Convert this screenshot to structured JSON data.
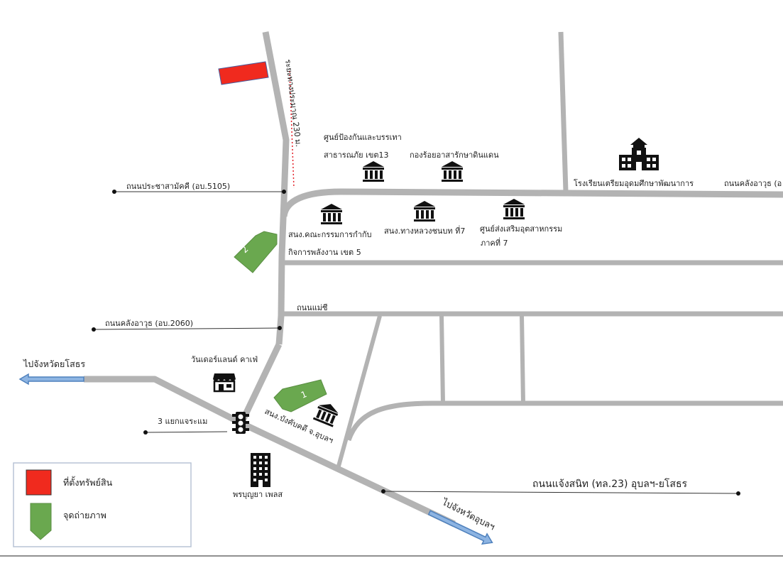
{
  "colors": {
    "road": "#b3b3b3",
    "property_marker": "#f02a1e",
    "photo_marker": "#6aa84f",
    "arrow_fill": "#8db4e2",
    "arrow_stroke": "#4f81bd",
    "icon": "#111111"
  },
  "roads": {
    "prachasamakkhi": "ถนนประชาสามัคคี (อบ.5105)",
    "khlangakhawut_2060": "ถนนคลังอาวุธ (อบ.2060)",
    "mae_si": "ถนนแม่ซี",
    "khlangakhawut_right": "ถนนคลังอาวุธ (อ",
    "chaengsanit": "ถนนแจ้งสนิท (ทล.23) อุบลฯ-ยโสธร",
    "distance_note": "ระยะทางประมาณ 230 ม."
  },
  "directions": {
    "to_yasothon": "ไปจังหวัดยโสธร",
    "to_ubon": "ไปจังหวัดอุบลฯ"
  },
  "junction": {
    "label": "3 แยกแจระแม",
    "icon": "traffic-light-icon"
  },
  "places": {
    "disaster_line1": "ศูนย์ป้องกันและบรรเทา",
    "disaster_line2": "สาธารณภัย เขต13",
    "forest_company": "กองร้อยอาสารักษาดินแดน",
    "school": "โรงเรียนเตรียมอุดมศึกษาพัฒนาการ",
    "erc_line1": "สนง.คณะกรรมการกำกับ",
    "erc_line2": "กิจการพลังงาน เขต 5",
    "rural_roads": "สนง.ทางหลวงชนบท ที่7",
    "industry_line1": "ศูนย์ส่งเสริมอุตสาหกรรม",
    "industry_line2": "ภาคที่ 7",
    "cafe": "วันเดอร์แลนด์ คาเฟ่",
    "enforcement": "สนง.บังคับคดี จ.อุบลฯ",
    "building": "พรบุญยา เพลส"
  },
  "photo_points": [
    "1",
    "2"
  ],
  "legend": {
    "property": "ที่ตั้งทรัพย์สิน",
    "photo": "จุดถ่ายภาพ"
  },
  "icons": [
    "government-building-icon",
    "school-icon",
    "store-icon",
    "office-building-icon",
    "traffic-light-icon"
  ]
}
